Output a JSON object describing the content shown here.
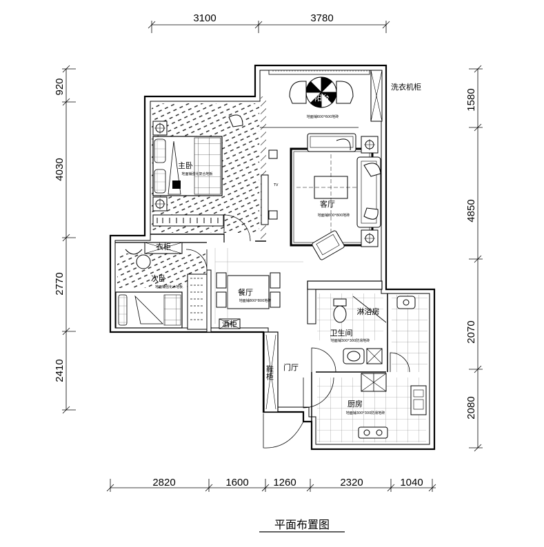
{
  "dimensions": {
    "top": [
      "3100",
      "3780"
    ],
    "left": [
      "920",
      "4030",
      "2770",
      "2410"
    ],
    "right": [
      "1580",
      "4850",
      "2070",
      "2080"
    ],
    "bottom": [
      "2820",
      "1600",
      "1260",
      "2320",
      "1040"
    ]
  },
  "rooms": {
    "balcony": "阳台",
    "master_bedroom": "主卧",
    "living_room": "客厅",
    "second_bedroom": "次卧",
    "dining_room": "餐厅",
    "bathroom": "卫生间",
    "shower_room": "淋浴房",
    "kitchen": "厨房",
    "foyer": "门厅"
  },
  "fixtures": {
    "laundry_cabinet": "洗衣机柜",
    "wardrobe": "衣柜",
    "wine_cabinet": "酒柜",
    "shoe_cabinet": "鞋柜",
    "tv": "TV"
  },
  "floor_notes": {
    "balcony": "地面铺600*600地砖",
    "master_bedroom": "地面铺强化复合地板",
    "living_room": "地面铺800*800地砖",
    "second_bedroom": "地面铺强化木地板",
    "dining_room": "地面铺800*800地砖",
    "bathroom": "地面铺300*300防滑地砖",
    "kitchen": "地面铺300*300防滑地砖"
  },
  "title": "平面布置图"
}
